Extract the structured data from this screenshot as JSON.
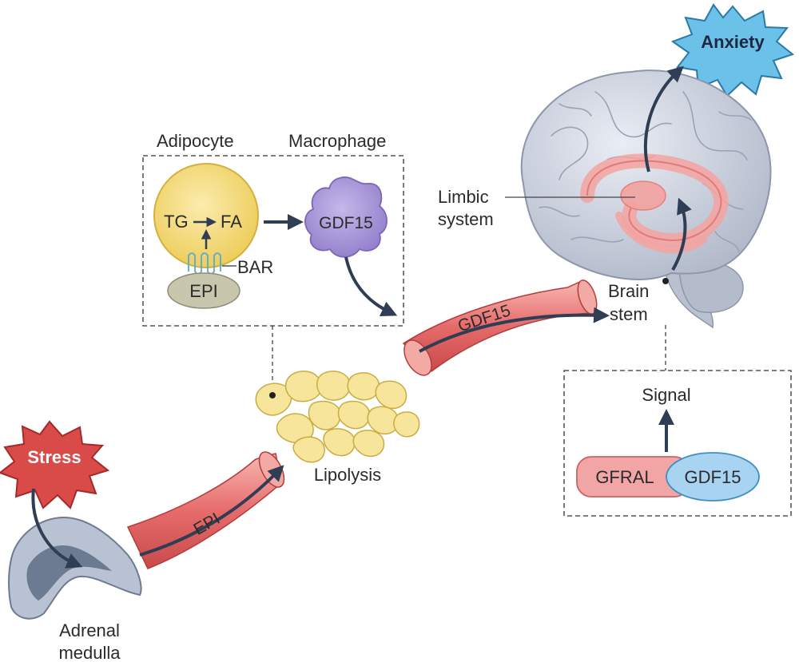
{
  "labels": {
    "anxiety": "Anxiety",
    "stress": "Stress",
    "adipocyte": "Adipocyte",
    "macrophage": "Macrophage",
    "tg": "TG",
    "fa": "FA",
    "bar": "BAR",
    "epi_cell": "EPI",
    "gdf15_macrophage": "GDF15",
    "limbic_line1": "Limbic",
    "limbic_line2": "system",
    "brain_line1": "Brain",
    "brain_line2": "stem",
    "gdf15_vessel": "GDF15",
    "epi_vessel": "EPI",
    "lipolysis": "Lipolysis",
    "signal": "Signal",
    "gfral": "GFRAL",
    "gdf15_receptor": "GDF15",
    "adrenal_line1": "Adrenal",
    "adrenal_line2": "medulla"
  },
  "colors": {
    "arrow": "#2f3d55",
    "vessel": "#e56f6f",
    "vessel_light": "#f4aaa4",
    "adipocyte": "#f4dc7c",
    "fat_cells": "#f6e59a",
    "macrophage": "#a997d8",
    "epi_cell": "#c8c7ae",
    "anxiety_burst": "#6cc1e8",
    "stress_burst": "#d94b48",
    "brain": "#c6ccd9",
    "limbic": "#f3a3a0",
    "gfral": "#f2a5a5",
    "gdf15_receptor": "#a8d4f2",
    "receptor_icon": "#56a9d6"
  }
}
